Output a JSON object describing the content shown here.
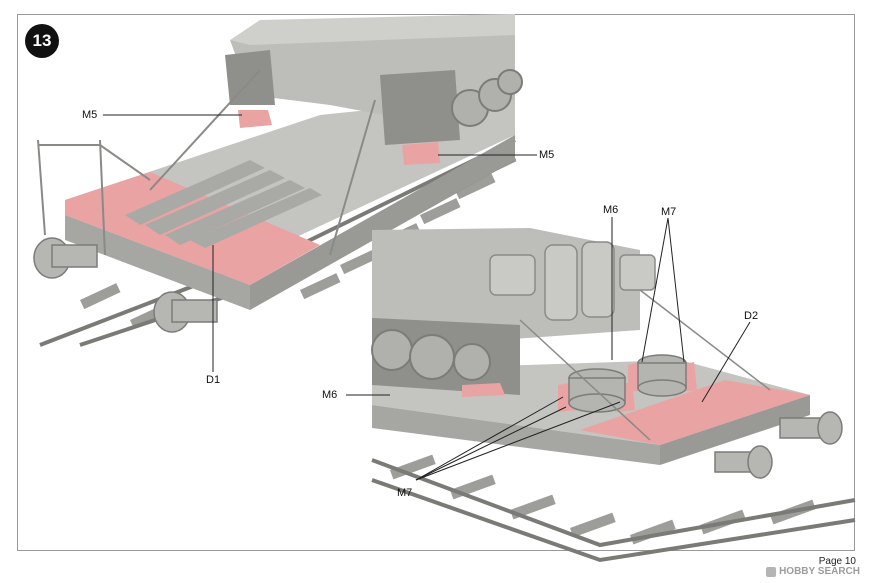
{
  "step": {
    "number": "13"
  },
  "callouts": {
    "m5_upper": "M5",
    "m5_right": "M5",
    "d1": "D1",
    "m6_top": "M6",
    "m7_top": "M7",
    "d2": "D2",
    "m6_left": "M6",
    "m7_bottom": "M7"
  },
  "footer": {
    "page": "Page 10"
  },
  "watermark": {
    "text": "HOBBY SEARCH"
  },
  "colors": {
    "model_grey": "#b9b9b6",
    "model_dark": "#8f8f8c",
    "highlight_pink": "#e9a3a3",
    "background": "#ffffff"
  }
}
